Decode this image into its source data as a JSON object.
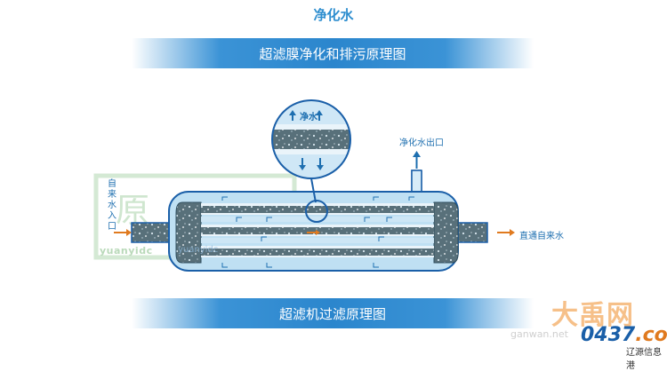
{
  "header": {
    "title": "净化水"
  },
  "band_top": {
    "label": "超滤膜净化和排污原理图"
  },
  "band_bottom": {
    "label": "超滤机过滤原理图"
  },
  "diagram": {
    "inlet_label": "自来水入口",
    "outlet_label": "净化水出口",
    "direct_label": "直通自来水",
    "magnifier_label": "净水",
    "colors": {
      "shell": "#bfe0f3",
      "shell_border": "#1a5fa8",
      "pipe": "#5b7079",
      "membrane": "#dfeef8",
      "flow_arrow": "#e07a1f",
      "water_arrow": "#1e6fb0"
    }
  },
  "watermark": {
    "left_char": "原",
    "left_url": "yuanyidc",
    "center_text": "yuanyidc"
  },
  "logo": {
    "brand": "大禹网",
    "url_fragment": "ganwan.net",
    "number": "0437",
    "number_suffix": ".com",
    "subtitle": "辽源信息港"
  }
}
